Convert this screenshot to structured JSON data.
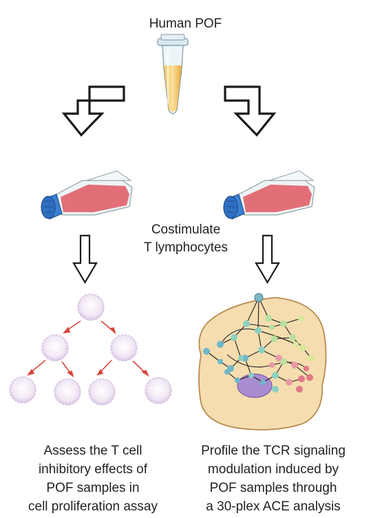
{
  "title": "Human POF",
  "center_label": [
    "Costimulate",
    "T lymphocytes"
  ],
  "left_caption": [
    "Assess the T cell",
    "inhibitory effects of",
    "POF samples in",
    "cell proliferation assay"
  ],
  "right_caption": [
    "Profile the TCR signaling",
    "modulation induced by",
    "POF samples through",
    "a 30-plex ACE analysis"
  ],
  "colors": {
    "tube_liquid": "#f0b84a",
    "flask_media": "#e0606a",
    "flask_cap": "#3a7fd1",
    "cell_body": "#f6ddb0",
    "nucleus": "#a98bd0",
    "proliferating_cell": "#eadff0",
    "arrow_red": "#d9453d"
  }
}
